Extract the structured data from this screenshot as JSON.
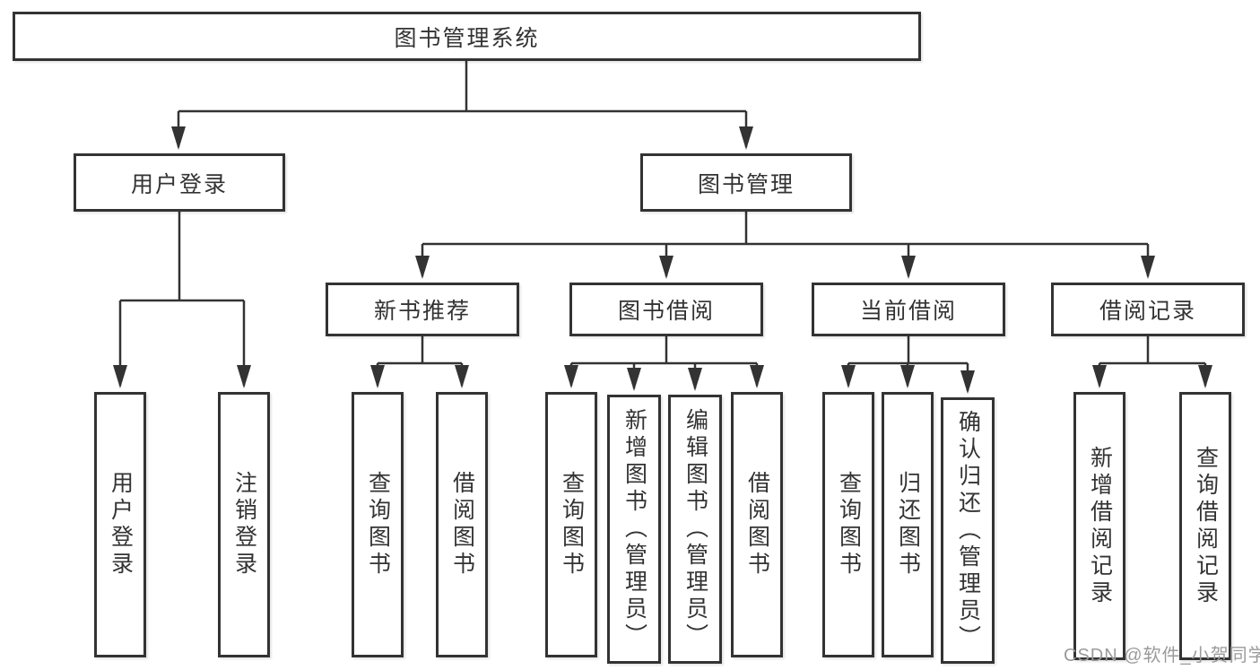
{
  "diagram": {
    "type": "hierarchy-tree",
    "root": {
      "label": "图书管理系统"
    },
    "level2": [
      {
        "label": "用户登录"
      },
      {
        "label": "图书管理"
      }
    ],
    "level3": [
      {
        "label": "新书推荐",
        "parent": "图书管理"
      },
      {
        "label": "图书借阅",
        "parent": "图书管理"
      },
      {
        "label": "当前借阅",
        "parent": "图书管理"
      },
      {
        "label": "借阅记录",
        "parent": "图书管理"
      }
    ],
    "leaves": [
      {
        "label": "用户登录",
        "parent": "用户登录"
      },
      {
        "label": "注销登录",
        "parent": "用户登录"
      },
      {
        "label": "查询图书",
        "parent": "新书推荐"
      },
      {
        "label": "借阅图书",
        "parent": "新书推荐"
      },
      {
        "label": "查询图书",
        "parent": "图书借阅"
      },
      {
        "label": "新增图书（管理员）",
        "parent": "图书借阅"
      },
      {
        "label": "编辑图书（管理员）",
        "parent": "图书借阅"
      },
      {
        "label": "借阅图书",
        "parent": "图书借阅"
      },
      {
        "label": "查询图书",
        "parent": "当前借阅"
      },
      {
        "label": "归还图书",
        "parent": "当前借阅"
      },
      {
        "label": "确认归还（管理员）",
        "parent": "当前借阅"
      },
      {
        "label": "新增借阅记录",
        "parent": "借阅记录"
      },
      {
        "label": "查询借阅记录",
        "parent": "借阅记录"
      }
    ]
  },
  "watermark": {
    "text": "CSDN @软件_小贺同学"
  },
  "colors": {
    "line": "#333333",
    "box_border": "#333333",
    "box_fill": "#ffffff",
    "text": "#333333",
    "watermark": "#9b9b9b",
    "background": "#ffffff"
  }
}
